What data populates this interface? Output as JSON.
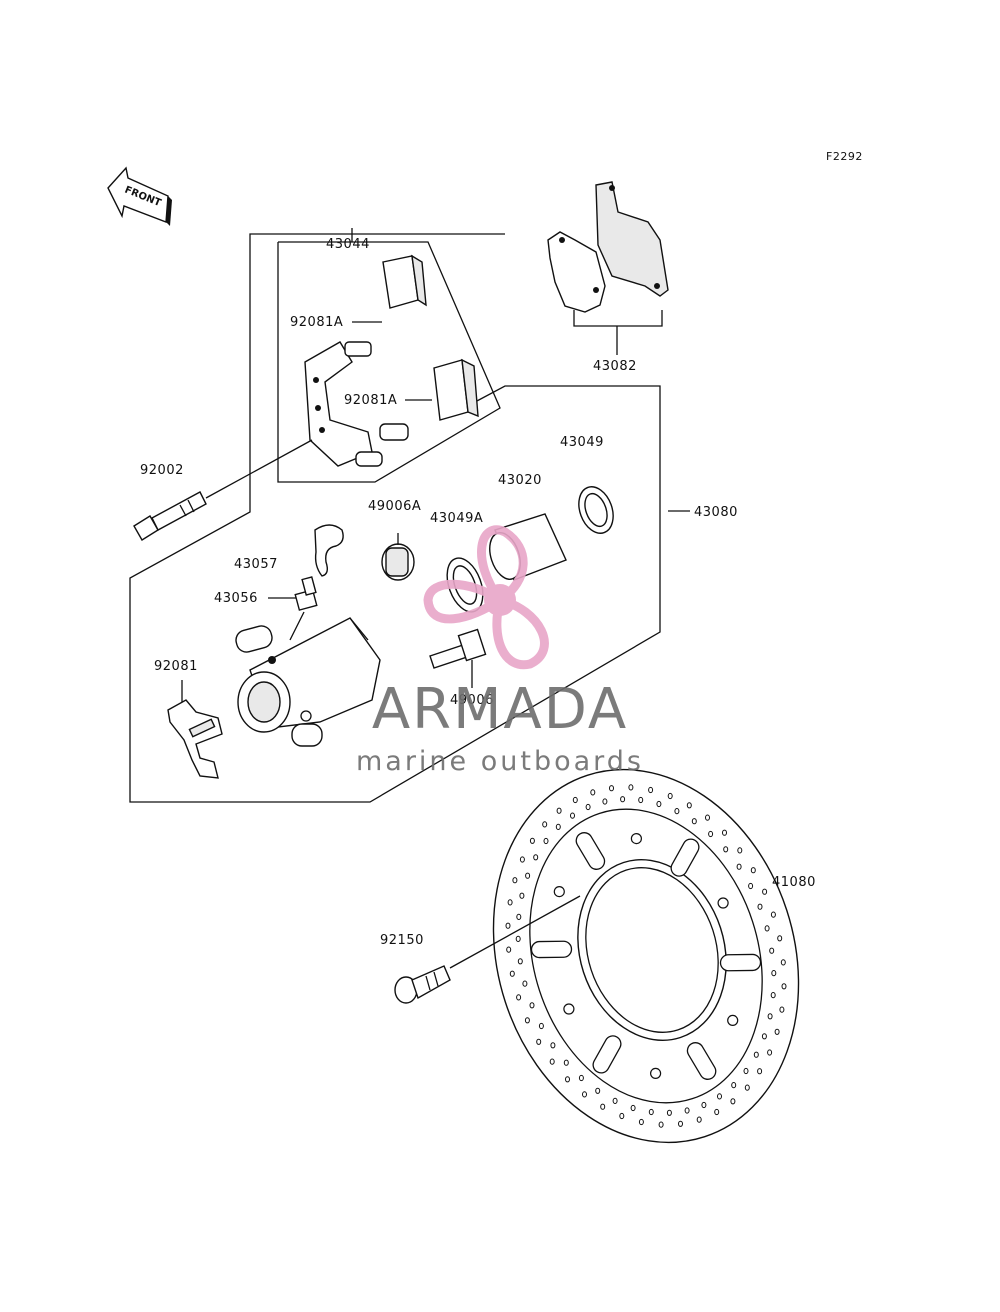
{
  "diagram": {
    "figure_code": "F2292",
    "front_label": "FRONT",
    "labels": {
      "p43044": "43044",
      "p92081a_1": "92081A",
      "p92081a_2": "92081A",
      "p43082": "43082",
      "p92002": "92002",
      "p43049": "43049",
      "p43020": "43020",
      "p49006a": "49006A",
      "p43049a": "43049A",
      "p43080": "43080",
      "p43057": "43057",
      "p43056": "43056",
      "p92081": "92081",
      "p49006": "49006",
      "p41080": "41080",
      "p92150": "92150"
    }
  },
  "watermark": {
    "brand": "ARMADA",
    "tagline": "marine outboards",
    "logo_color": "#e8a6c8",
    "text_color": "#6d6d6d"
  }
}
